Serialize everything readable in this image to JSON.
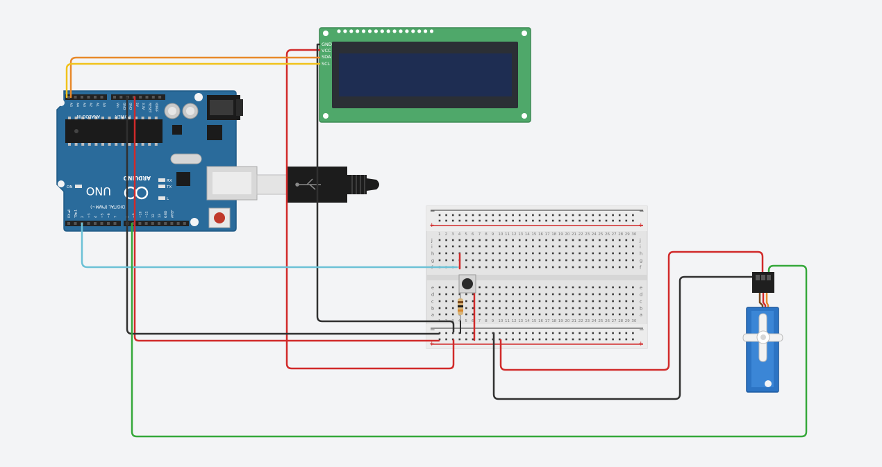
{
  "colors": {
    "background": "#f3f4f6",
    "arduino_board": "#2a6b9b",
    "lcd_board": "#4fa86a",
    "lcd_screen": "#1e2d52",
    "breadboard": "#e4e4e4",
    "servo": "#2c74c4",
    "wire_red": "#d12a2a",
    "wire_black": "#303030",
    "wire_green": "#35a83a",
    "wire_cyan": "#6cc1d6",
    "wire_orange": "#e8892a",
    "wire_yellow": "#f1c21b"
  },
  "arduino": {
    "uno_label": "UNO",
    "brand_label": "ARDUINO",
    "on_label": "ON",
    "tx_label": "TX",
    "rx_label": "RX",
    "l_label": "L",
    "analog_label": "ANALOG IN",
    "power_label": "POWER",
    "digital_label": "DIGITAL (PWM~)",
    "analog_pins": [
      "A5",
      "A4",
      "A3",
      "A2",
      "A1",
      "A0"
    ],
    "power_pins": [
      "Vin",
      "GND",
      "GND",
      "5V",
      "3.3V",
      "RESET",
      "IOREF"
    ],
    "digital_pins": [
      "RX◄0",
      "TX►1",
      "2",
      "~3",
      "4",
      "~5",
      "~6",
      "7",
      "8",
      "~9",
      "~10",
      "~11",
      "12",
      "13",
      "GND",
      "AREF"
    ]
  },
  "lcd": {
    "pins": [
      "GND",
      "VCC",
      "SDA",
      "SCL"
    ]
  },
  "breadboard": {
    "rows_top": [
      "j",
      "i",
      "h",
      "g",
      "f"
    ],
    "rows_bottom": [
      "e",
      "d",
      "c",
      "b",
      "a"
    ],
    "plus_sign": "+",
    "minus_sign": "−",
    "column_count": 30
  },
  "components": {
    "usb_cable": "usb-b",
    "pushbutton": "tactile-switch",
    "resistor": "resistor",
    "servo": "micro-servo"
  }
}
